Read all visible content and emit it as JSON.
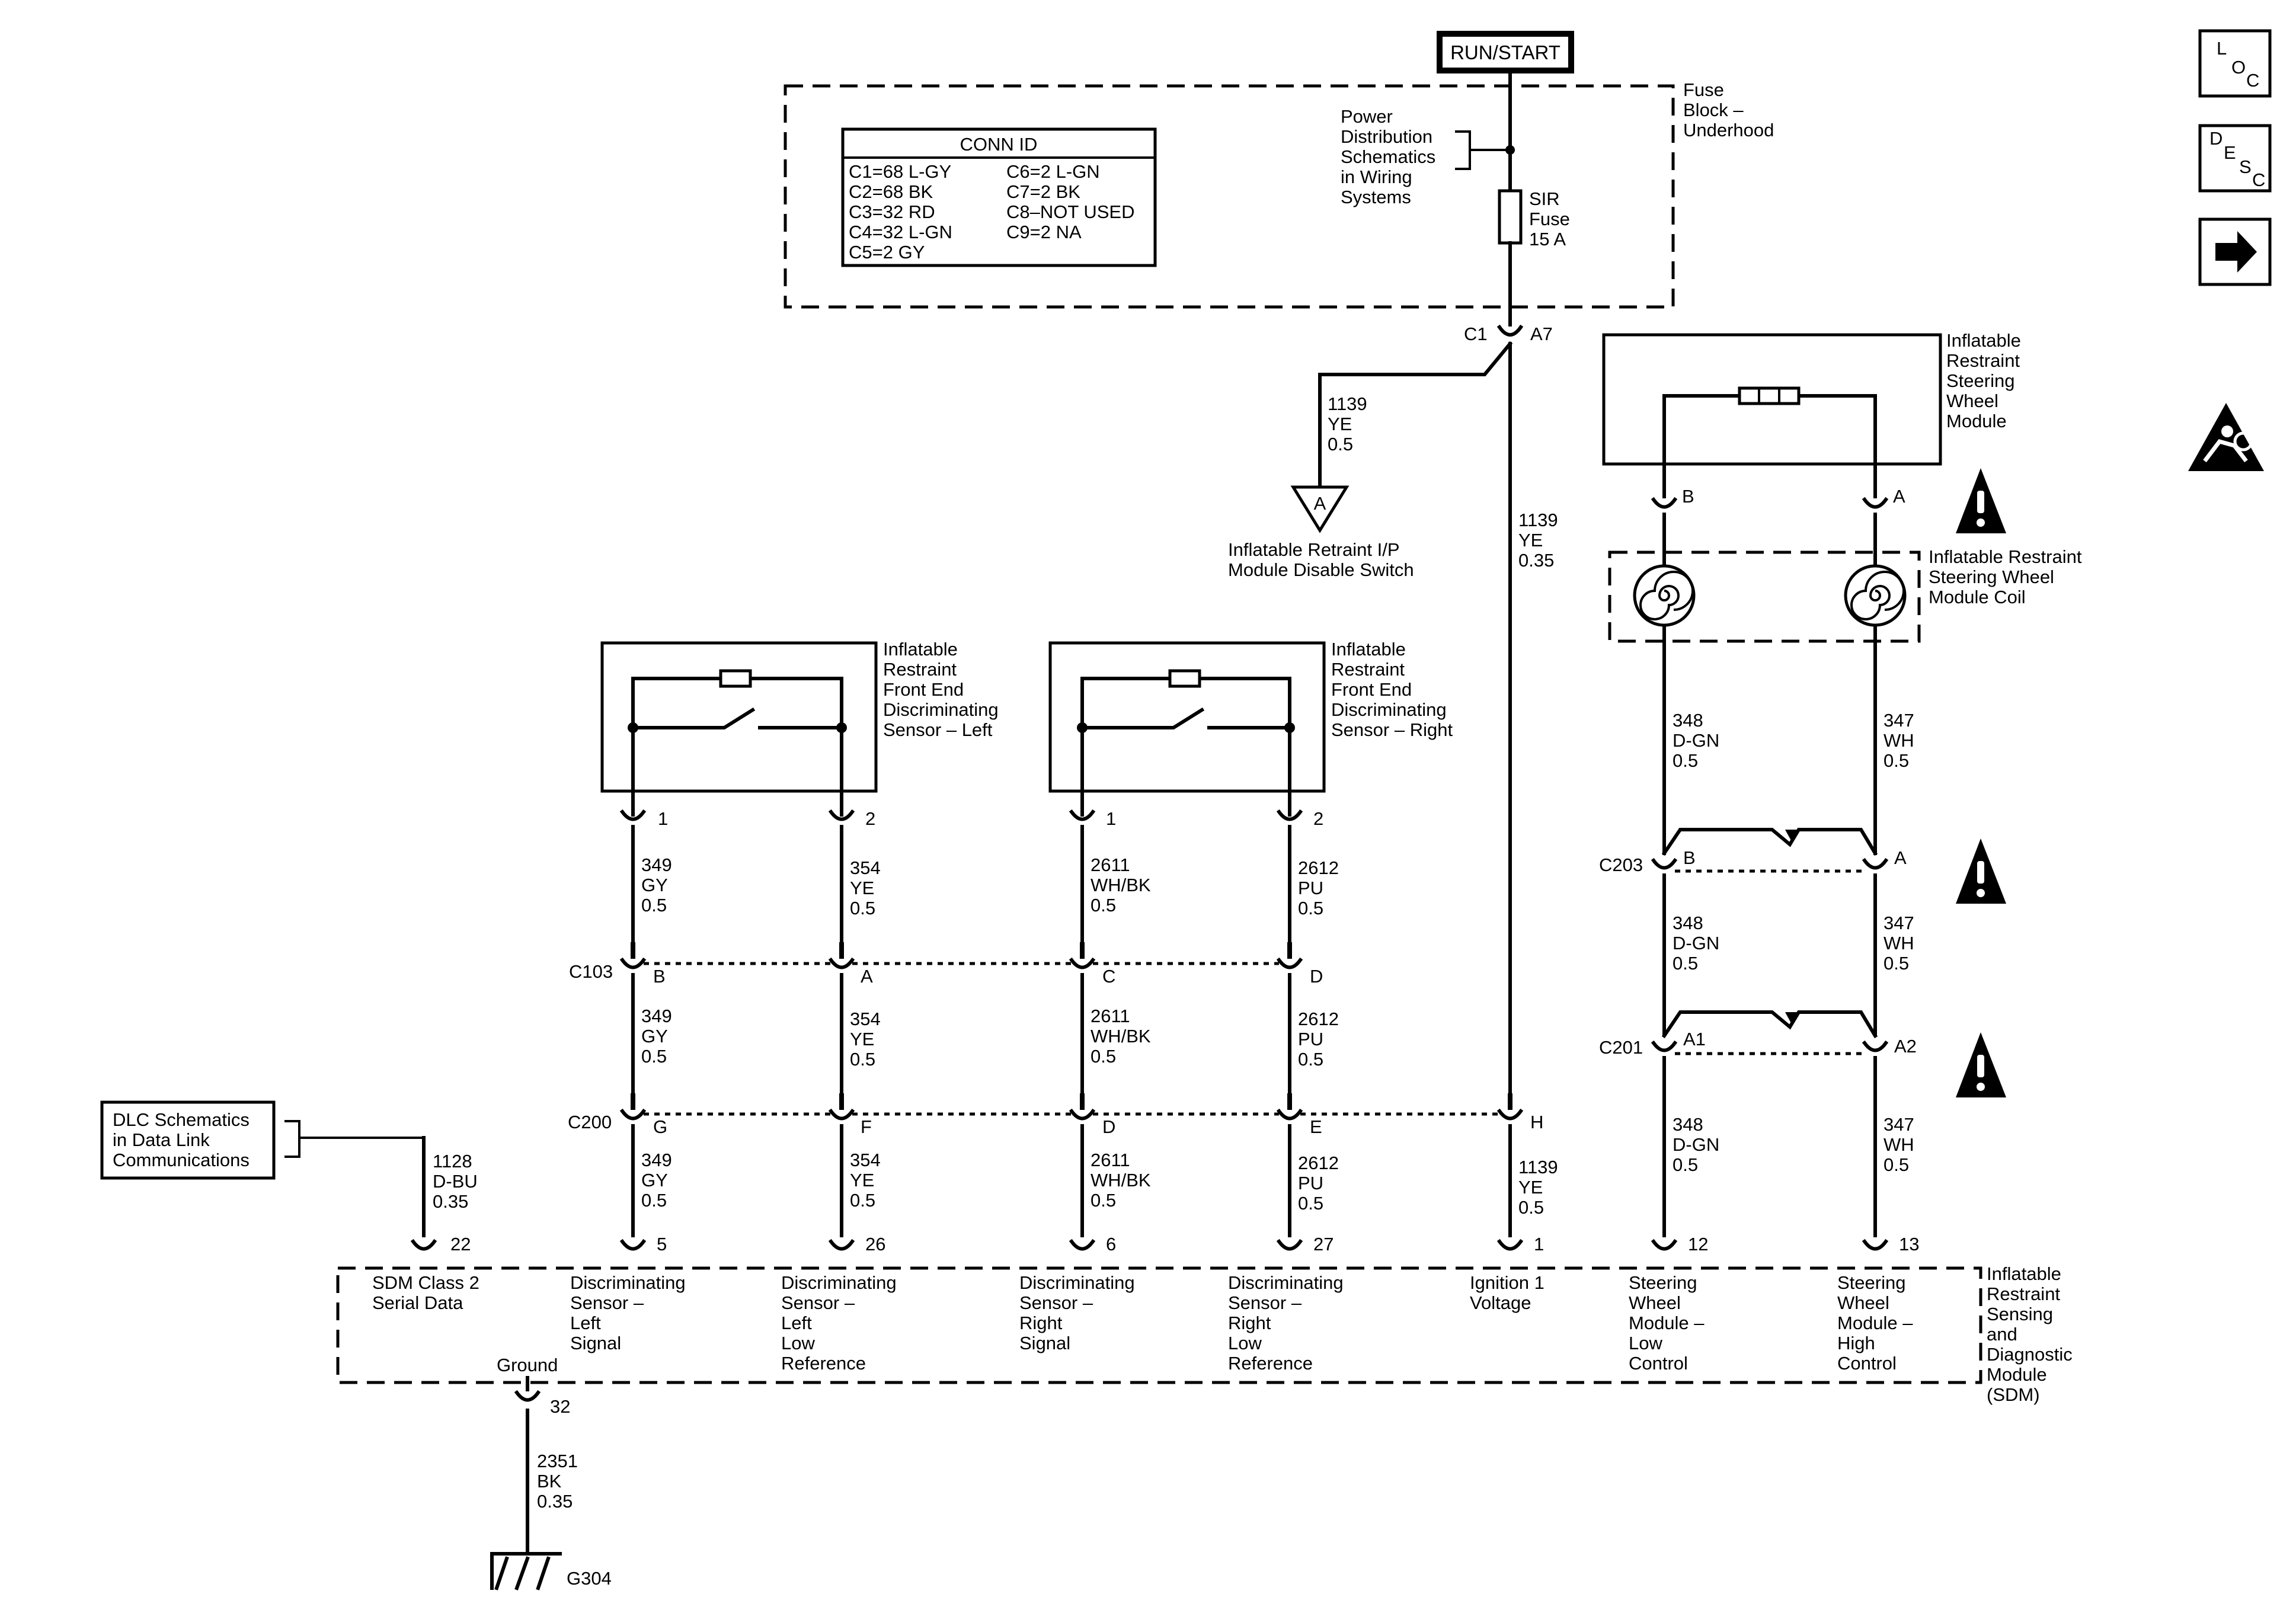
{
  "power": {
    "run_start": "RUN/START",
    "fuse_block": [
      "Fuse",
      "Block –",
      "Underhood"
    ],
    "power_dist": [
      "Power",
      "Distribution",
      "Schematics",
      "in Wiring",
      "Systems"
    ],
    "sir_fuse": [
      "SIR",
      "Fuse",
      "15 A"
    ],
    "c1": "C1",
    "a7": "A7"
  },
  "conn_id": {
    "title": "CONN ID",
    "left": [
      "C1=68 L-GY",
      "C2=68 BK",
      "C3=32 RD",
      "C4=32 L-GN",
      "C5=2 GY"
    ],
    "right": [
      "C6=2 L-GN",
      "C7=2 BK",
      "C8–NOT USED",
      "C9=2 NA"
    ]
  },
  "disable_switch": {
    "wire": [
      "1139",
      "YE",
      "0.5"
    ],
    "flag": "A",
    "label": [
      "Inflatable Retraint I/P",
      "Module Disable Switch"
    ]
  },
  "ign_wire": [
    "1139",
    "YE",
    "0.35"
  ],
  "sensor_left": {
    "label": [
      "Inflatable",
      "Restraint",
      "Front End",
      "Discriminating",
      "Sensor – Left"
    ],
    "pin1": "1",
    "pin2": "2"
  },
  "sensor_right": {
    "label": [
      "Inflatable",
      "Restraint",
      "Front End",
      "Discriminating",
      "Sensor – Right"
    ],
    "pin1": "1",
    "pin2": "2"
  },
  "steering_module": {
    "label": [
      "Inflatable",
      "Restraint",
      "Steering",
      "Wheel",
      "Module"
    ],
    "pin_b": "B",
    "pin_a": "A"
  },
  "coil": {
    "label": [
      "Inflatable Restraint",
      "Steering Wheel",
      "Module Coil"
    ]
  },
  "wires": {
    "w349": [
      "349",
      "GY",
      "0.5"
    ],
    "w354": [
      "354",
      "YE",
      "0.5"
    ],
    "w2611": [
      "2611",
      "WH/BK",
      "0.5"
    ],
    "w2612": [
      "2612",
      "PU",
      "0.5"
    ],
    "w348": [
      "348",
      "D-GN",
      "0.5"
    ],
    "w347": [
      "347",
      "WH",
      "0.5"
    ],
    "w1128": [
      "1128",
      "D-BU",
      "0.35"
    ],
    "w1139b": [
      "1139",
      "YE",
      "0.5"
    ],
    "w2351": [
      "2351",
      "BK",
      "0.35"
    ]
  },
  "c103": {
    "name": "C103",
    "pins": [
      "B",
      "A",
      "C",
      "D"
    ]
  },
  "c200": {
    "name": "C200",
    "pins": [
      "G",
      "F",
      "D",
      "E",
      "H"
    ]
  },
  "c203": {
    "name": "C203",
    "pins": [
      "B",
      "A"
    ]
  },
  "c201": {
    "name": "C201",
    "pins": [
      "A1",
      "A2"
    ]
  },
  "dlc": {
    "label": [
      "DLC Schematics",
      "in Data Link",
      "Communications"
    ]
  },
  "sdm": {
    "pins": [
      "22",
      "5",
      "26",
      "6",
      "27",
      "1",
      "12",
      "13",
      "32"
    ],
    "terminal_labels": [
      [
        "SDM Class 2",
        "Serial Data"
      ],
      [
        "Discriminating",
        "Sensor –",
        "Left",
        "Signal"
      ],
      [
        "Discriminating",
        "Sensor –",
        "Left",
        "Low",
        "Reference"
      ],
      [
        "Discriminating",
        "Sensor –",
        "Right",
        "Signal"
      ],
      [
        "Discriminating",
        "Sensor –",
        "Right",
        "Low",
        "Reference"
      ],
      [
        "Ignition 1",
        "Voltage"
      ],
      [
        "Steering",
        "Wheel",
        "Module –",
        "Low",
        "Control"
      ],
      [
        "Steering",
        "Wheel",
        "Module –",
        "High",
        "Control"
      ]
    ],
    "ground": "Ground",
    "label": [
      "Inflatable",
      "Restraint",
      "Sensing",
      "and",
      "Diagnostic",
      "Module",
      "(SDM)"
    ]
  },
  "ground_label": "G304",
  "nav": {
    "loc": [
      "L",
      "O",
      "C"
    ],
    "desc": [
      "D",
      "E",
      "S",
      "C"
    ]
  }
}
